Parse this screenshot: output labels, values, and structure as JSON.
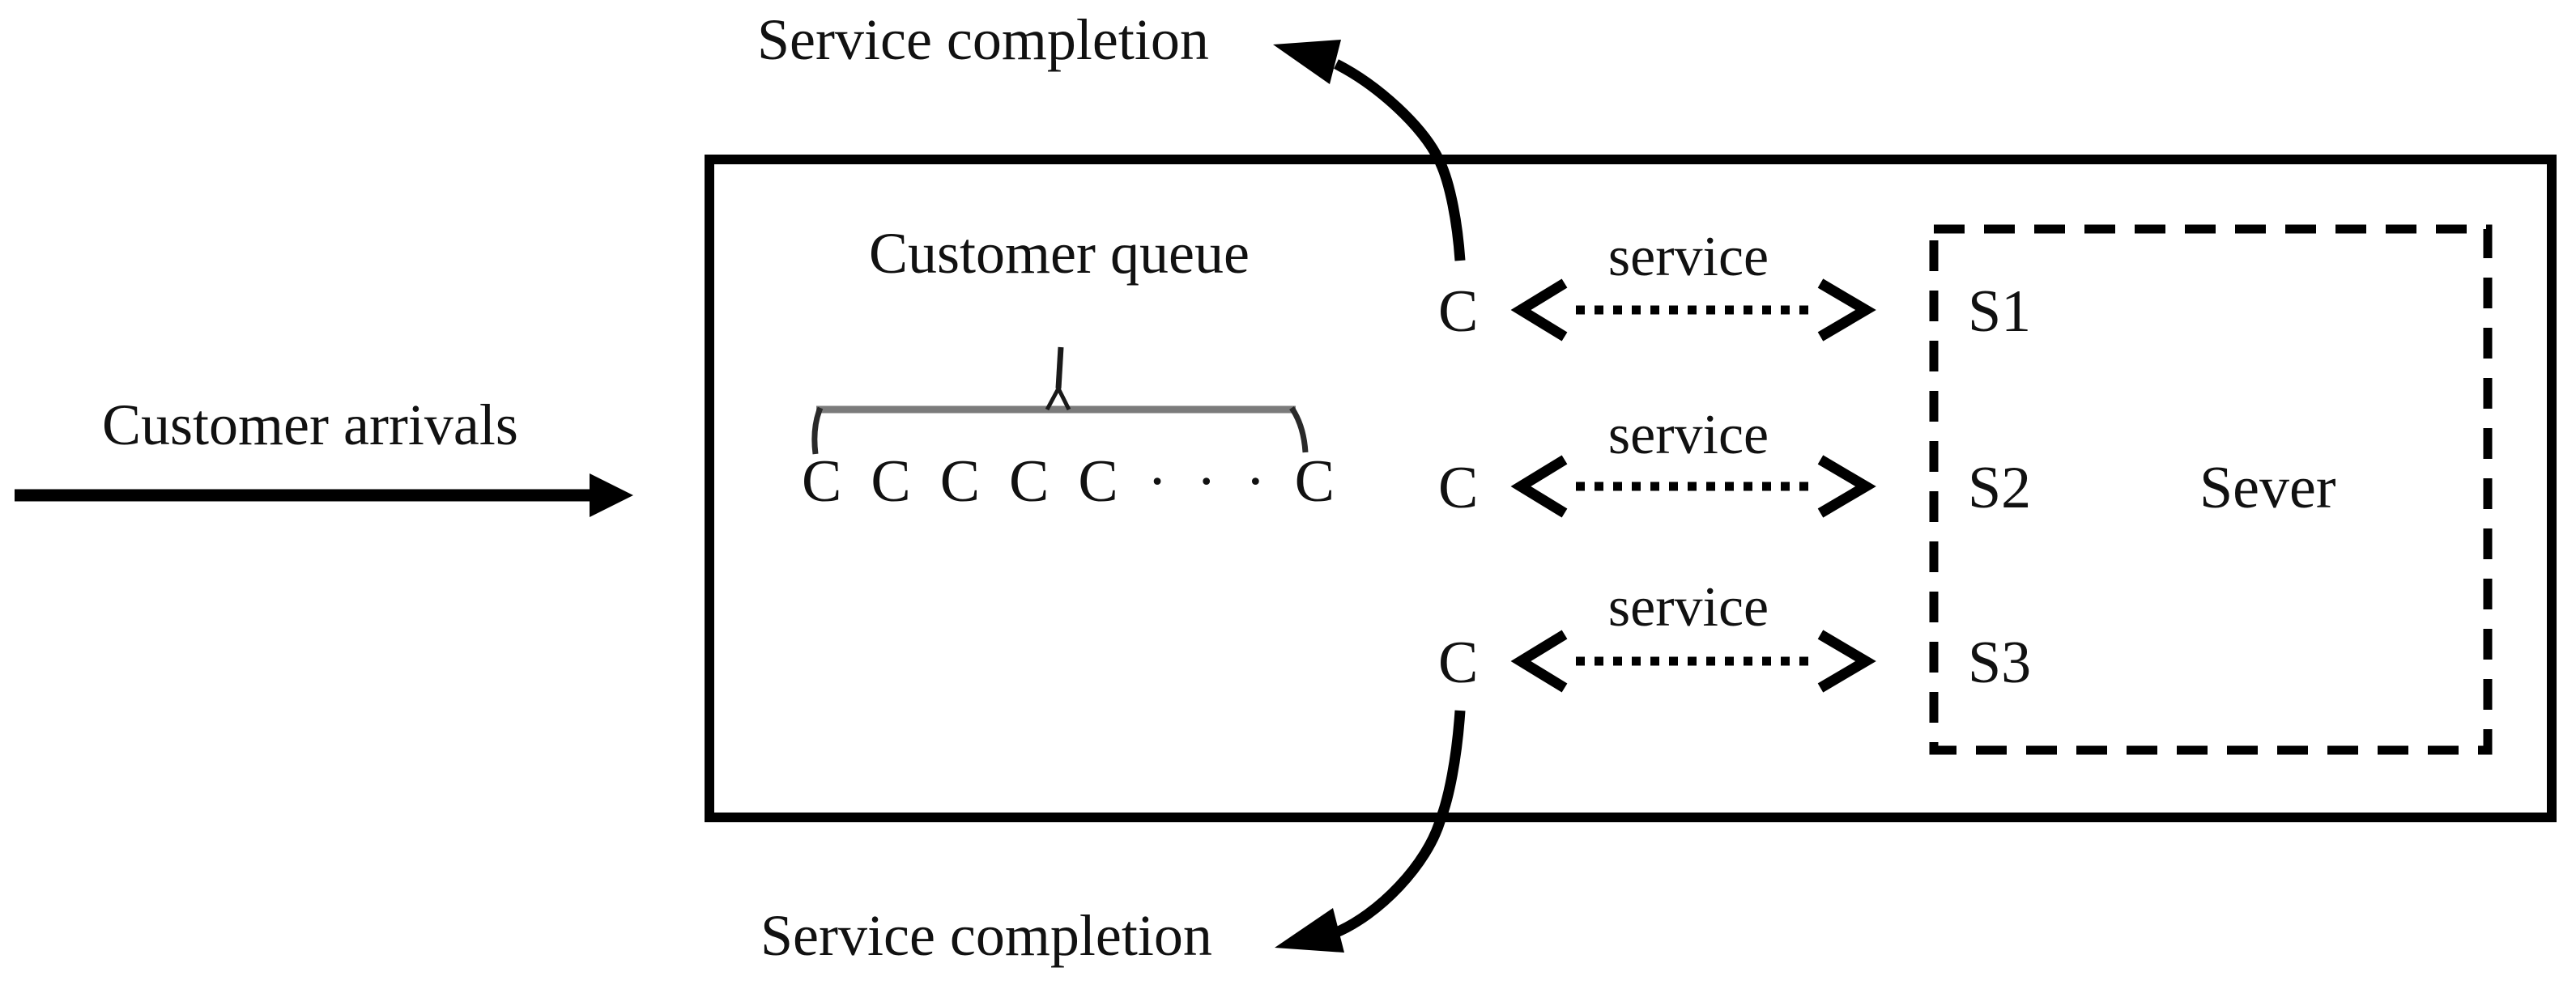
{
  "labels": {
    "service_completion_top": "Service completion",
    "service_completion_bottom": "Service completion",
    "customer_arrivals": "Customer arrivals",
    "customer_queue": "Customer queue",
    "server_box_title": "Sever"
  },
  "queue": {
    "cells": [
      "C",
      "C",
      "C",
      "C",
      "C",
      "·",
      "·",
      "·",
      "C"
    ]
  },
  "service_rows": [
    {
      "customer": "C",
      "label": "service",
      "server": "S1"
    },
    {
      "customer": "C",
      "label": "service",
      "server": "S2"
    },
    {
      "customer": "C",
      "label": "service",
      "server": "S3"
    }
  ],
  "icons": {
    "arrival_arrow": "right-arrow",
    "top_exit_arrow": "curved-up-left-arrow",
    "bottom_exit_arrow": "curved-down-left-arrow",
    "service_link": "dotted-double-arrow",
    "queue_brace": "horizontal-brace"
  },
  "colors": {
    "ink": "#000000",
    "brace_bar": "#7b7b7b",
    "background": "#ffffff"
  }
}
